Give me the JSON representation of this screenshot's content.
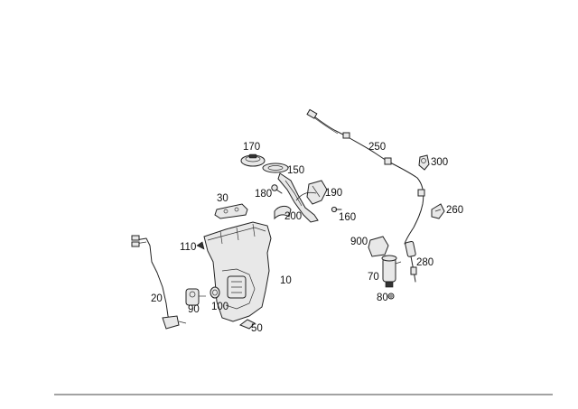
{
  "labels": {
    "p10": "10",
    "p20": "20",
    "p30": "30",
    "p50": "50",
    "p70": "70",
    "p80": "80",
    "p90": "90",
    "p100": "100",
    "p110": "110",
    "p150": "150",
    "p160": "160",
    "p170": "170",
    "p180": "180",
    "p190": "190",
    "p200": "200",
    "p250": "250",
    "p260": "260",
    "p280": "280",
    "p300": "300",
    "p900": "900"
  }
}
